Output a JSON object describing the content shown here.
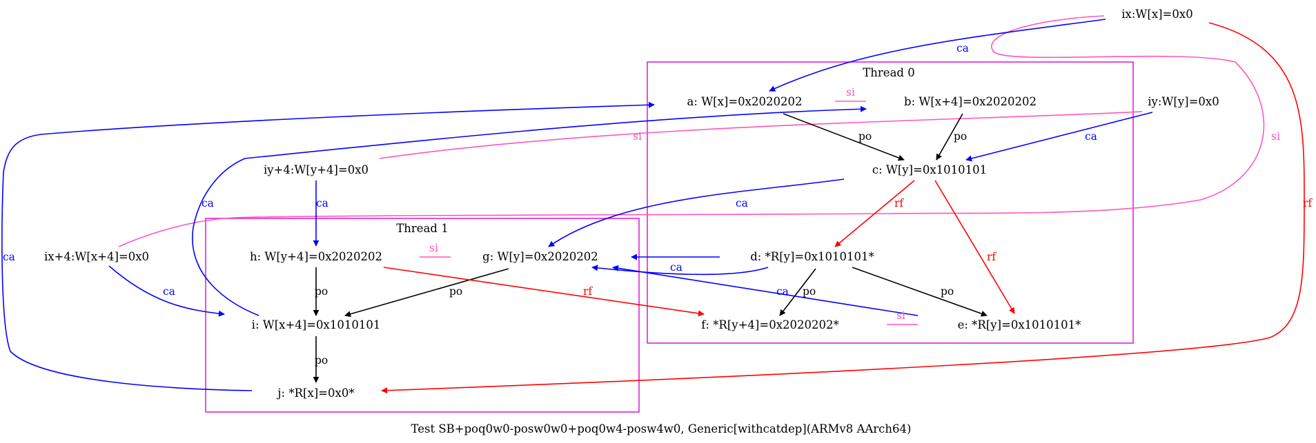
{
  "caption": "Test SB+poq0w0-posw0w0+poq0w4-posw4w0, Generic[withcatdep](ARMv8 AArch64)",
  "clusters": {
    "thread0": "Thread 0",
    "thread1": "Thread 1"
  },
  "nodes": {
    "ix": "ix:W[x]=0x0",
    "iy": "iy:W[y]=0x0",
    "iy4": "iy+4:W[y+4]=0x0",
    "ix4": "ix+4:W[x+4]=0x0",
    "a": "a: W[x]=0x2020202",
    "b": "b: W[x+4]=0x2020202",
    "c": "c: W[y]=0x1010101",
    "d": "d: *R[y]=0x1010101*",
    "e": "e: *R[y]=0x1010101*",
    "f": "f: *R[y+4]=0x2020202*",
    "g": "g: W[y]=0x2020202",
    "h": "h: W[y+4]=0x2020202",
    "i": "i: W[x+4]=0x1010101",
    "j": "j: *R[x]=0x0*"
  },
  "edge_labels": {
    "po": "po",
    "rf": "rf",
    "ca": "ca",
    "si": "si"
  },
  "colors": {
    "po": "#000000",
    "rf": "#ff0000",
    "ca": "#0000ff",
    "si": "#ff55bb",
    "cluster": "#dd22dd"
  }
}
